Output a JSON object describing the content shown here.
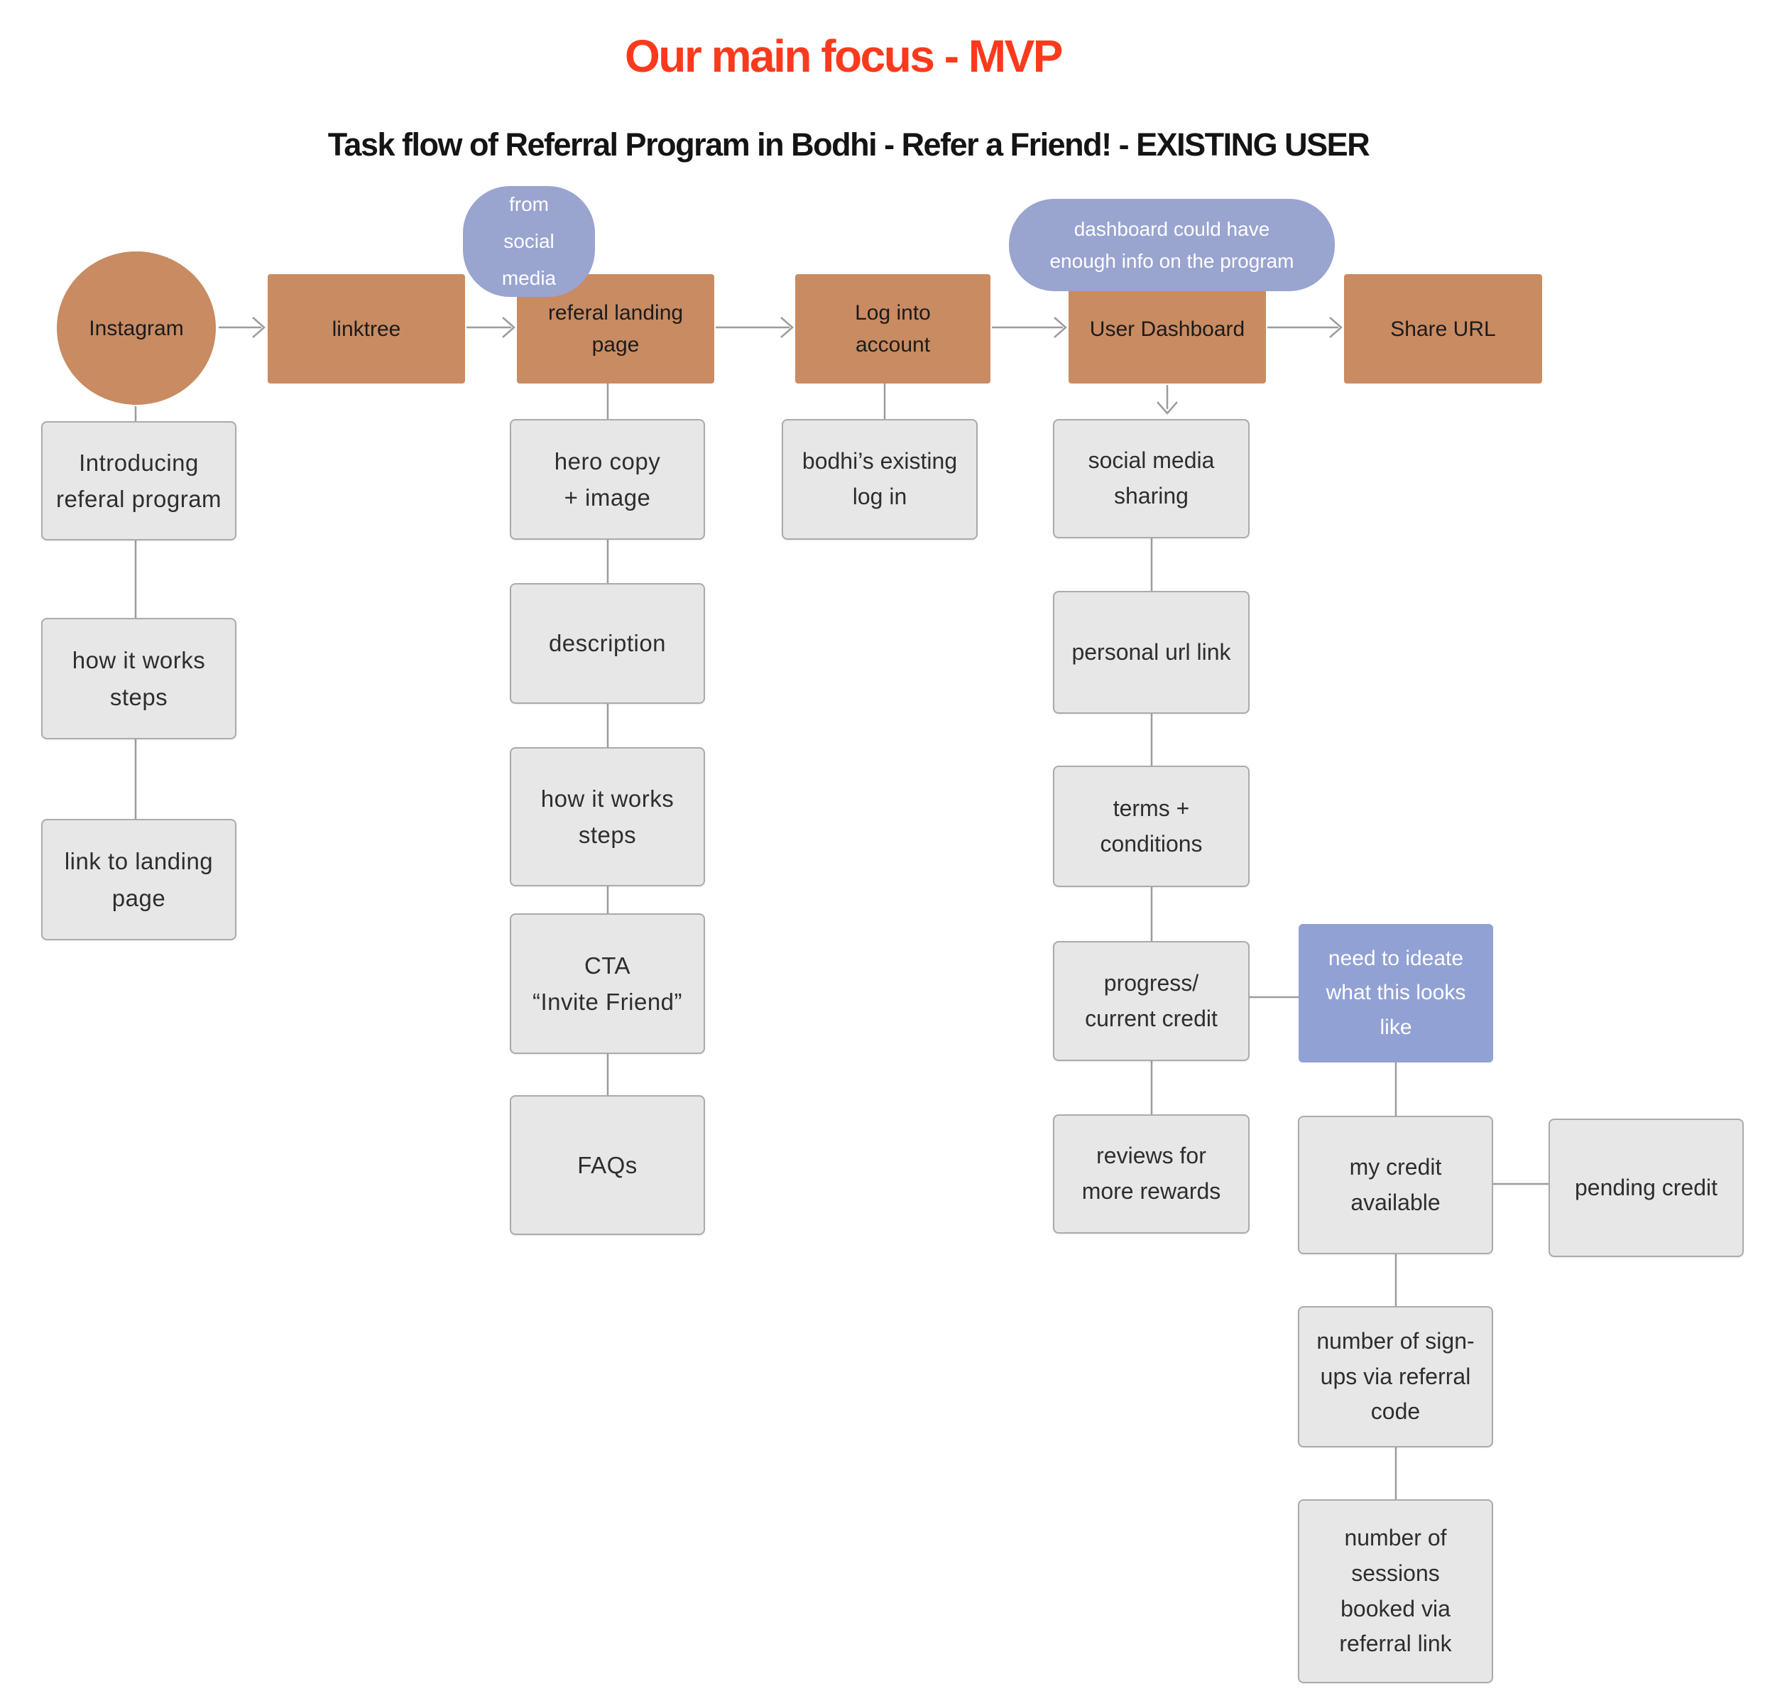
{
  "title": "Our main focus - MVP",
  "subtitle": "Task flow of Referral Program in Bodhi - Refer a Friend! - EXISTING USER",
  "colors": {
    "title_red": "#FB3A1D",
    "flow_orange": "#C98B62",
    "annotation_blue": "#99A4CF",
    "note_blue": "#91A1D3",
    "card_gray_fill": "#E7E7E7",
    "card_gray_border": "#ABABAB",
    "connector_gray": "#9C9C9C"
  },
  "nodes": {
    "instagram": {
      "label": "Instagram"
    },
    "linktree": {
      "label": "linktree"
    },
    "referral_landing": {
      "label": "referal landing\npage"
    },
    "log_into_account": {
      "label": "Log into\naccount"
    },
    "user_dashboard": {
      "label": "User Dashboard"
    },
    "share_url": {
      "label": "Share URL"
    },
    "from_social_media": {
      "label": "from\nsocial\nmedia"
    },
    "dashboard_info": {
      "label": "dashboard could have\nenough info on the program"
    },
    "need_to_ideate": {
      "label": "need to ideate\nwhat this looks\nlike"
    },
    "introducing_referral": {
      "label": "Introducing\nreferal program"
    },
    "how_it_works_1": {
      "label": "how it works\nsteps"
    },
    "link_to_landing": {
      "label": "link to landing\npage"
    },
    "hero_copy": {
      "label": "hero copy\n+  image"
    },
    "description": {
      "label": "description"
    },
    "how_it_works_2": {
      "label": "how it works\nsteps"
    },
    "cta_invite": {
      "label": "CTA\n“Invite Friend”"
    },
    "faqs": {
      "label": "FAQs"
    },
    "bodhi_login": {
      "label": "bodhi’s existing\nlog in"
    },
    "social_sharing": {
      "label": "social media\nsharing"
    },
    "personal_url": {
      "label": "personal url link"
    },
    "terms_conditions": {
      "label": "terms +\nconditions"
    },
    "progress_credit": {
      "label": "progress/\ncurrent credit"
    },
    "reviews_rewards": {
      "label": "reviews for\nmore rewards"
    },
    "my_credit": {
      "label": "my credit\navailable"
    },
    "pending_credit": {
      "label": "pending credit"
    },
    "signups_via_code": {
      "label": "number of sign-\nups via referral\ncode"
    },
    "sessions_via_link": {
      "label": "number of\nsessions\nbooked via\nreferral link"
    }
  }
}
